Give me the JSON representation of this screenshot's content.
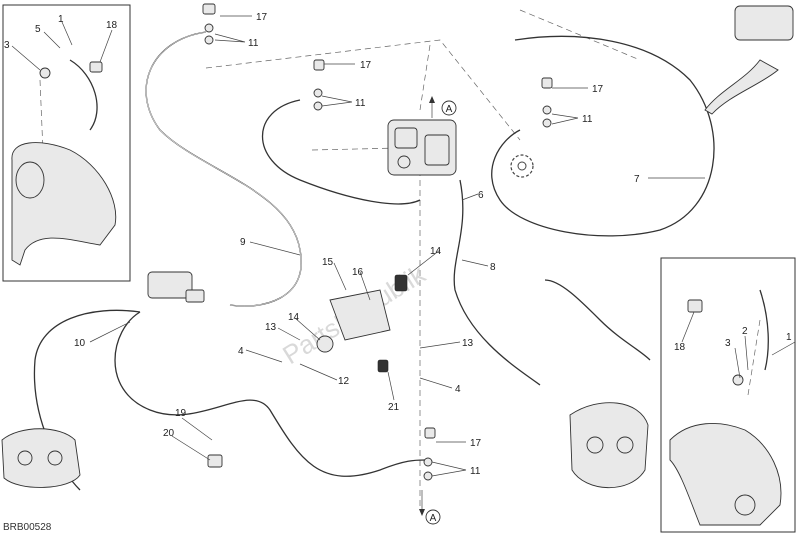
{
  "diagram": {
    "code": "BRB00528",
    "watermark": "PartsRepublik",
    "callouts": [
      {
        "id": "c1",
        "text": "1"
      },
      {
        "id": "c3a",
        "text": "3"
      },
      {
        "id": "c5",
        "text": "5"
      },
      {
        "id": "c18a",
        "text": "18"
      },
      {
        "id": "c17a",
        "text": "17"
      },
      {
        "id": "c11a",
        "text": "11"
      },
      {
        "id": "c17b",
        "text": "17"
      },
      {
        "id": "c11b",
        "text": "11"
      },
      {
        "id": "c17c",
        "text": "17"
      },
      {
        "id": "c11c",
        "text": "11"
      },
      {
        "id": "c7",
        "text": "7"
      },
      {
        "id": "c6",
        "text": "6"
      },
      {
        "id": "c9",
        "text": "9"
      },
      {
        "id": "c8",
        "text": "8"
      },
      {
        "id": "c14a",
        "text": "14"
      },
      {
        "id": "c15",
        "text": "15"
      },
      {
        "id": "c16",
        "text": "16"
      },
      {
        "id": "c14b",
        "text": "14"
      },
      {
        "id": "c13a",
        "text": "13"
      },
      {
        "id": "c4a",
        "text": "4"
      },
      {
        "id": "c12",
        "text": "12"
      },
      {
        "id": "c13b",
        "text": "13"
      },
      {
        "id": "c4b",
        "text": "4"
      },
      {
        "id": "c21",
        "text": "21"
      },
      {
        "id": "c10",
        "text": "10"
      },
      {
        "id": "c19",
        "text": "19"
      },
      {
        "id": "c20",
        "text": "20"
      },
      {
        "id": "c17d",
        "text": "17"
      },
      {
        "id": "c11d",
        "text": "11"
      },
      {
        "id": "c18b",
        "text": "18"
      },
      {
        "id": "c3b",
        "text": "3"
      },
      {
        "id": "c2",
        "text": "2"
      },
      {
        "id": "c1b",
        "text": "1"
      }
    ],
    "ref_marks": [
      {
        "id": "refA_top",
        "text": "A"
      },
      {
        "id": "refA_bottom",
        "text": "A"
      }
    ]
  }
}
